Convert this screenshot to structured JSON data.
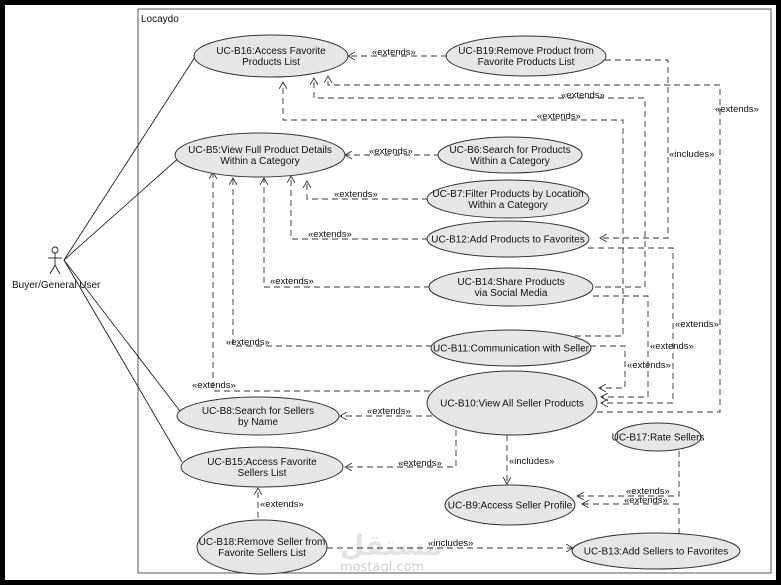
{
  "system": {
    "title": "Locaydo"
  },
  "actor": {
    "name": "Buyer/General User"
  },
  "use_cases": [
    {
      "id": "B16",
      "lines": [
        "UC-B16:Access Favorite",
        "Products List"
      ]
    },
    {
      "id": "B19",
      "lines": [
        "UC-B19:Remove Product from",
        "Favorite Products List"
      ]
    },
    {
      "id": "B5",
      "lines": [
        "UC-B5:View Full Product Details",
        "Within a Category"
      ]
    },
    {
      "id": "B6",
      "lines": [
        "UC-B6:Search for Products",
        "Within a Category"
      ]
    },
    {
      "id": "B7",
      "lines": [
        "UC-B7:Filter Products by Location",
        "Within a Category"
      ]
    },
    {
      "id": "B12",
      "lines": [
        "UC-B12:Add Products to Favorites"
      ]
    },
    {
      "id": "B14",
      "lines": [
        "UC-B14:Share Products",
        "via Social Media"
      ]
    },
    {
      "id": "B11",
      "lines": [
        "UC-B11:Communication with Seller"
      ]
    },
    {
      "id": "B10",
      "lines": [
        "UC-B10:View All Seller Products"
      ]
    },
    {
      "id": "B8",
      "lines": [
        "UC-B8:Search for Sellers",
        "by Name"
      ]
    },
    {
      "id": "B17",
      "lines": [
        "UC-B17:Rate Sellers"
      ]
    },
    {
      "id": "B15",
      "lines": [
        "UC-B15:Access Favorite",
        "Sellers List"
      ]
    },
    {
      "id": "B9",
      "lines": [
        "UC-B9:Access Seller Profile"
      ]
    },
    {
      "id": "B18",
      "lines": [
        "UC-B18:Remove Seller from",
        "Favorite Sellers List"
      ]
    },
    {
      "id": "B13",
      "lines": [
        "UC-B13:Add Sellers to Favorites"
      ]
    }
  ],
  "associations": [
    "B16",
    "B5",
    "B8",
    "B15",
    "B10"
  ],
  "relationships": [
    {
      "from": "B19",
      "to": "B16",
      "type": "«extends»"
    },
    {
      "from": "B12",
      "to": "B16",
      "type": "«extends»"
    },
    {
      "from": "B14",
      "to": "B16",
      "type": "«extends»"
    },
    {
      "from": "B10",
      "to": "B16",
      "type": "«extends»"
    },
    {
      "from": "B19",
      "to": "B12",
      "type": "«includes»"
    },
    {
      "from": "B6",
      "to": "B5",
      "type": "«extends»"
    },
    {
      "from": "B7",
      "to": "B5",
      "type": "«extends»"
    },
    {
      "from": "B12",
      "to": "B5",
      "type": "«extends»"
    },
    {
      "from": "B14",
      "to": "B5",
      "type": "«extends»"
    },
    {
      "from": "B11",
      "to": "B5",
      "type": "«extends»"
    },
    {
      "from": "B10",
      "to": "B5",
      "type": "«extends»"
    },
    {
      "from": "B11",
      "to": "B10",
      "type": "«extends»"
    },
    {
      "from": "B14",
      "to": "B10",
      "type": "«extends»"
    },
    {
      "from": "B12",
      "to": "B10",
      "type": "«extends»"
    },
    {
      "from": "B10",
      "to": "B8",
      "type": "«extends»"
    },
    {
      "from": "B10",
      "to": "B15",
      "type": "«extends»"
    },
    {
      "from": "B10",
      "to": "B9",
      "type": "«includes»"
    },
    {
      "from": "B17",
      "to": "B9",
      "type": "«extends»"
    },
    {
      "from": "B13",
      "to": "B9",
      "type": "«extends»"
    },
    {
      "from": "B18",
      "to": "B15",
      "type": "«extends»"
    },
    {
      "from": "B18",
      "to": "B13",
      "type": "«includes»"
    }
  ],
  "watermark": {
    "arabic": "مستقل",
    "latin": "mostaql.com"
  },
  "colors": {
    "usecase_fill": "#e6e6e6",
    "stroke": "#333333",
    "frame": "#000000"
  }
}
